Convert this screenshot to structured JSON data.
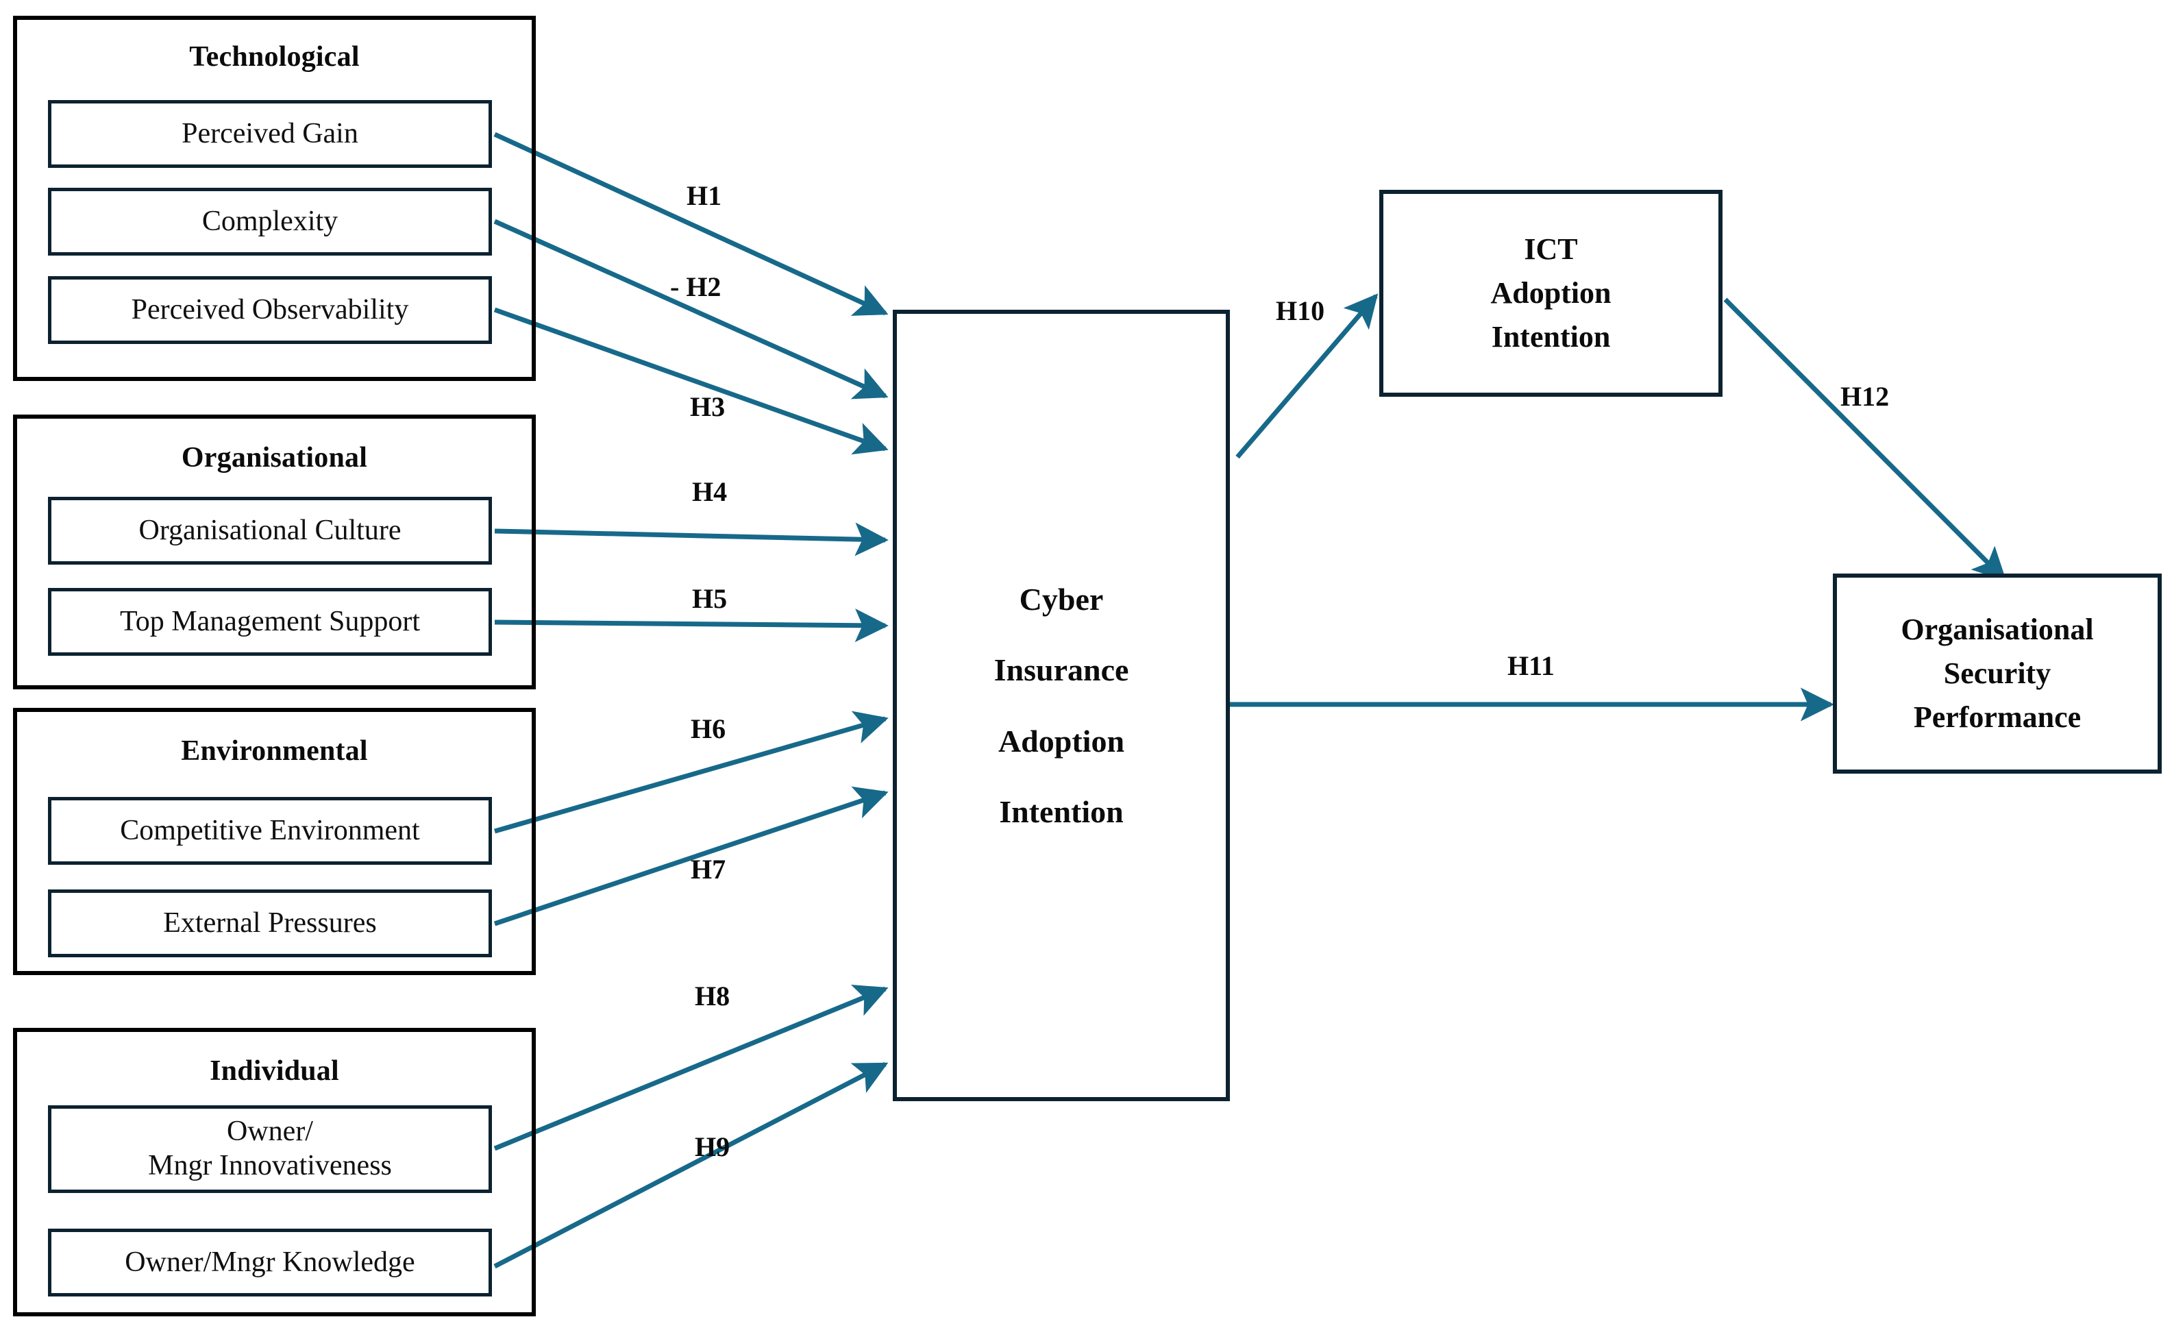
{
  "diagram": {
    "title": "Cyber Insurance Adoption Intention Research Model",
    "colors": {
      "arrow": "#17698a",
      "group_border": "#000000",
      "box_border": "#0c2230",
      "text": "#0b0b0b",
      "background": "#ffffff"
    }
  },
  "groups": [
    {
      "id": "technological",
      "title": "Technological",
      "constructs": [
        {
          "id": "perceived-gain",
          "label": "Perceived Gain"
        },
        {
          "id": "complexity",
          "label": "Complexity"
        },
        {
          "id": "perceived-observability",
          "label": "Perceived Observability"
        }
      ]
    },
    {
      "id": "organisational",
      "title": "Organisational",
      "constructs": [
        {
          "id": "organisational-culture",
          "label": "Organisational Culture"
        },
        {
          "id": "top-management-support",
          "label": "Top Management Support"
        }
      ]
    },
    {
      "id": "environmental",
      "title": "Environmental",
      "constructs": [
        {
          "id": "competitive-environment",
          "label": "Competitive Environment"
        },
        {
          "id": "external-pressures",
          "label": "External Pressures"
        }
      ]
    },
    {
      "id": "individual",
      "title": "Individual",
      "constructs": [
        {
          "id": "owner-mngr-innovativeness",
          "line1": "Owner/",
          "line2": "Mngr Innovativeness"
        },
        {
          "id": "owner-mngr-knowledge",
          "label": "Owner/Mngr Knowledge"
        }
      ]
    }
  ],
  "core": {
    "line1": "Cyber",
    "line2": "Insurance",
    "line3": "Adoption",
    "line4": "Intention"
  },
  "mediator": {
    "line1": "ICT",
    "line2": "Adoption",
    "line3": "Intention"
  },
  "outcome": {
    "line1": "Organisational",
    "line2": "Security",
    "line3": "Performance"
  },
  "hypotheses": [
    {
      "id": "H1",
      "label": "H1",
      "from": "perceived-gain",
      "to": "core"
    },
    {
      "id": "H2",
      "label": "- H2",
      "from": "complexity",
      "to": "core"
    },
    {
      "id": "H3",
      "label": "H3",
      "from": "perceived-observability",
      "to": "core"
    },
    {
      "id": "H4",
      "label": "H4",
      "from": "organisational-culture",
      "to": "core"
    },
    {
      "id": "H5",
      "label": "H5",
      "from": "top-management-support",
      "to": "core"
    },
    {
      "id": "H6",
      "label": "H6",
      "from": "competitive-environment",
      "to": "core"
    },
    {
      "id": "H7",
      "label": "H7",
      "from": "external-pressures",
      "to": "core"
    },
    {
      "id": "H8",
      "label": "H8",
      "from": "owner-mngr-innovativeness",
      "to": "core"
    },
    {
      "id": "H9",
      "label": "H9",
      "from": "owner-mngr-knowledge",
      "to": "core"
    },
    {
      "id": "H10",
      "label": "H10",
      "from": "core",
      "to": "mediator"
    },
    {
      "id": "H11",
      "label": "H11",
      "from": "core",
      "to": "outcome"
    },
    {
      "id": "H12",
      "label": "H12",
      "from": "mediator",
      "to": "outcome"
    }
  ]
}
